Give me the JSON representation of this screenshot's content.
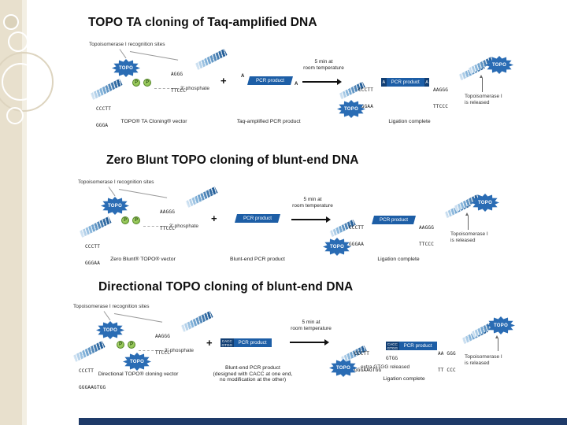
{
  "slide": {
    "background": "#ffffff",
    "sidebar_color": "#e8e0cd",
    "accent_bar_color": "#1e3a68",
    "topo_blob_color": "#2a6cb4",
    "pcr_box_color": "#1d5ea6",
    "phosphate_green": "#7db53e"
  },
  "labels": {
    "topo": "TOPO",
    "phosphate_p": "P",
    "plus": "+"
  },
  "sections": [
    {
      "title": "TOPO TA cloning of Taq-amplified DNA",
      "recognition_label": "Topoisomerase I recognition sites",
      "vector": {
        "seq_left_top": "CCCTT",
        "seq_left_bottom": "GGGA",
        "seq_right_top": "AGGG",
        "seq_right_bottom": "TTCCC",
        "phosphate_label": "3′ phosphate",
        "caption": "TOPO® TA Cloning® vector"
      },
      "pcr": {
        "overhang_left": "A",
        "overhang_right": "A",
        "box_label": "PCR product",
        "caption_italic": "Taq",
        "caption_rest": "-amplified PCR product"
      },
      "reaction": {
        "time_line1": "5 min at",
        "time_line2": "room temperature"
      },
      "result": {
        "seq_left_top": "CCCTT",
        "seq_left_bottom": "GGGAA",
        "seg_left": "A",
        "box_label": "PCR product",
        "seg_right": "A",
        "seq_right_top": "AAGGG",
        "seq_right_bottom": "TTCCC",
        "released_line1": "Topoisomerase I",
        "released_line2": "is released",
        "caption": "Ligation complete"
      }
    },
    {
      "title": "Zero Blunt TOPO cloning of blunt-end DNA",
      "recognition_label": "Topoisomerase I recognition sites",
      "vector": {
        "seq_left_top": "CCCTT",
        "seq_left_bottom": "GGGAA",
        "seq_right_top": "AAGGG",
        "seq_right_bottom": "TTCCC",
        "phosphate_label": "3′ phosphate",
        "caption": "Zero Blunt® TOPO® vector"
      },
      "pcr": {
        "box_label": "PCR product",
        "caption_rest": "Blunt-end PCR product"
      },
      "reaction": {
        "time_line1": "5 min at",
        "time_line2": "room temperature"
      },
      "result": {
        "seq_left_top": "CCCTT",
        "seq_left_bottom": "GGGAA",
        "box_label": "PCR product",
        "seq_right_top": "AAGGG",
        "seq_right_bottom": "TTCCC",
        "released_line1": "Topoisomerase I",
        "released_line2": "is released",
        "caption": "Ligation complete"
      }
    },
    {
      "title": "Directional TOPO cloning of blunt-end DNA",
      "recognition_label": "Topoisomerase I recognition sites",
      "vector": {
        "seq_left_top": "CCCTT",
        "seq_left_bottom": "GGGAAGTGG",
        "seq_right_top": "AAGGG",
        "seq_right_bottom": "TTCCC",
        "phosphate_label": "3′ phosphate",
        "caption": "Directional TOPO® cloning vector"
      },
      "pcr": {
        "seg_top": "CACC",
        "seg_bottom": "GTGG",
        "box_label": "PCR product",
        "caption_rest": "Blunt-end PCR product",
        "caption_line2": "(designed with CACC at one end,",
        "caption_line3": "no modification at the other)"
      },
      "reaction": {
        "time_line1": "5 min at",
        "time_line2": "room temperature"
      },
      "result": {
        "seq_left_top": "CCCTT",
        "seq_left_bottom": "GGGAAGTGG",
        "seg_top": "CACC",
        "seg_bottom": "GTGG",
        "box_label": "PCR product",
        "seq_right_top": "AA GGG",
        "seq_right_bottom": "TT CCC",
        "extra_seq": "GTGG",
        "extra_label": "extra GTGG released",
        "released_line1": "Topoisomerase I",
        "released_line2": "is released",
        "caption": "Ligation complete"
      }
    }
  ]
}
